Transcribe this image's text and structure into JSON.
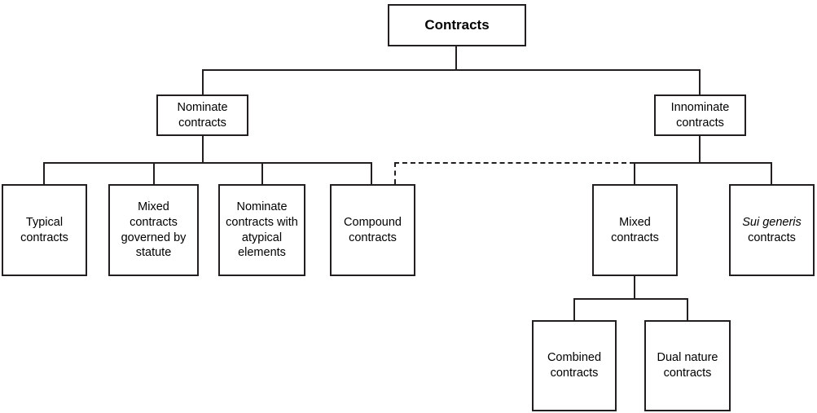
{
  "diagram": {
    "title": "Contracts classification tree",
    "type": "hierarchy-tree",
    "colors": {
      "line": "#231f20",
      "box_border": "#231f20",
      "box_fill": "#ffffff",
      "text": "#000000",
      "background": "#ffffff"
    },
    "nodes": {
      "root": {
        "label": "Contracts",
        "bold": true
      },
      "nominate": {
        "label": "Nominate\ncontracts",
        "line1": "Nominate",
        "line2": "contracts"
      },
      "innominate": {
        "label": "Innominate\ncontracts",
        "line1": "Innominate",
        "line2": "contracts"
      },
      "typical": {
        "line1": "Typical",
        "line2": "contracts"
      },
      "mixed_statute": {
        "line1": "Mixed contracts",
        "line2": "governed by",
        "line3": "statute"
      },
      "nominate_atypical": {
        "line1": "Nominate",
        "line2": "contracts with",
        "line3": "atypical",
        "line4": "elements"
      },
      "compound": {
        "line1": "Compound",
        "line2": "contracts"
      },
      "mixed_innominate": {
        "line1": "Mixed contracts"
      },
      "sui_generis": {
        "line1_italic": "Sui generis",
        "line2": "contracts"
      },
      "combined": {
        "line1": "Combined",
        "line2": "contracts"
      },
      "dual_nature": {
        "line1": "Dual nature",
        "line2": "contracts"
      }
    },
    "edges": {
      "root_to_children": "solid",
      "nominate_to_children": "solid",
      "innominate_to_children": "solid",
      "compound_to_innominate_branch": "dashed",
      "mixed_innominate_to_children": "solid"
    }
  }
}
